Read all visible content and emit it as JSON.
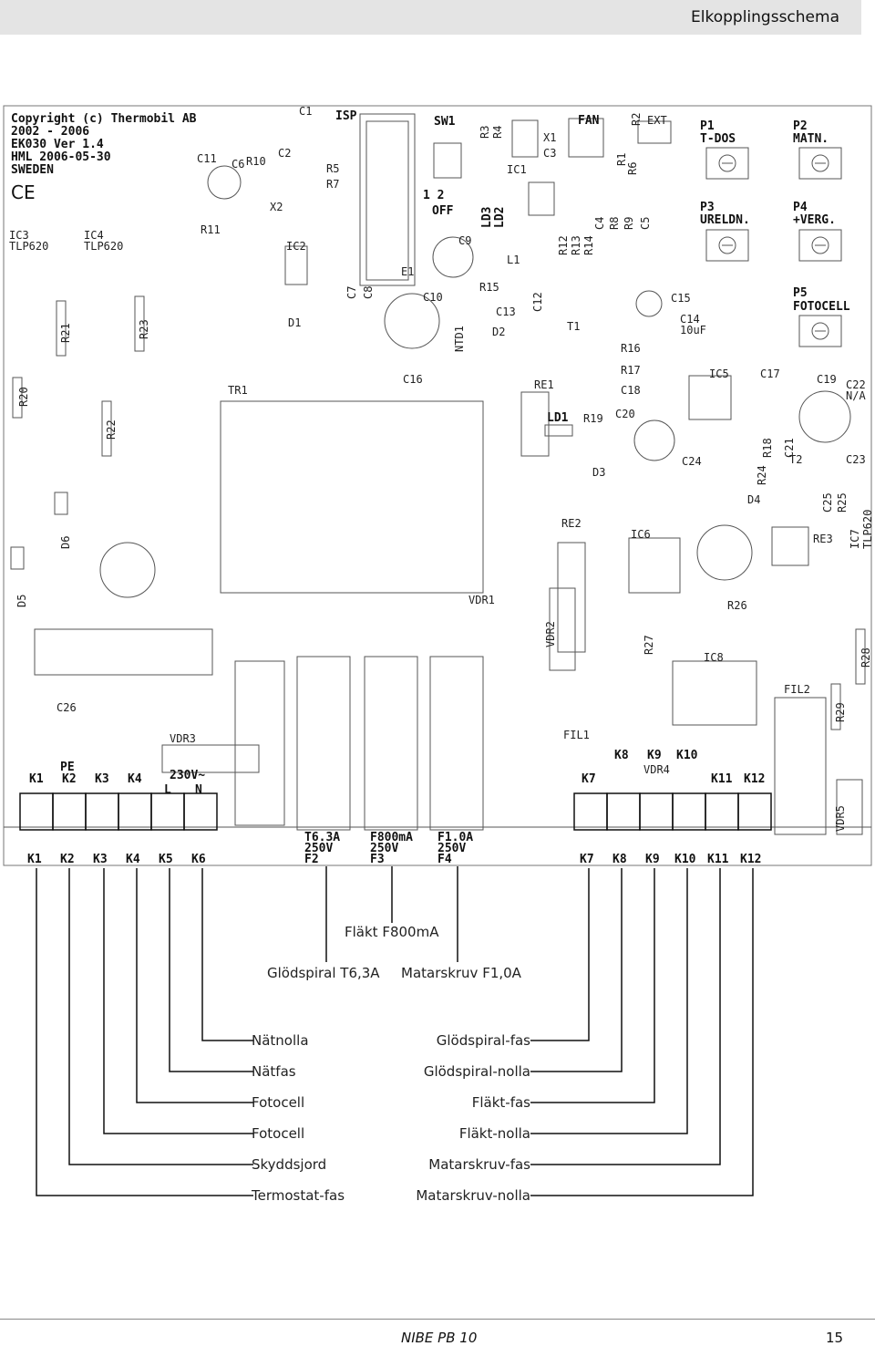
{
  "page_title": "Elkopplingsschema",
  "footer": {
    "doc": "NIBE PB 10",
    "page": "15"
  },
  "board": {
    "copyright": [
      "Copyright (c) Thermobil AB",
      "2002 - 2006",
      "EK030 Ver 1.4",
      "HML 2006-05-30",
      "SWEDEN"
    ],
    "ce_mark": "CE",
    "components": [
      {
        "text": "IC3"
      },
      {
        "text": "TLP620"
      },
      {
        "text": "IC4"
      },
      {
        "text": "TLP620"
      },
      {
        "text": "C11"
      },
      {
        "text": "C6"
      },
      {
        "text": "R10"
      },
      {
        "text": "R11"
      },
      {
        "text": "C2"
      },
      {
        "text": "C1"
      },
      {
        "text": "X2"
      },
      {
        "text": "IC2"
      },
      {
        "text": "R5"
      },
      {
        "text": "R7"
      },
      {
        "text": "ISP"
      },
      {
        "text": "D1"
      },
      {
        "text": "C7"
      },
      {
        "text": "C8"
      },
      {
        "text": "E1"
      },
      {
        "text": "SW1"
      },
      {
        "text": "1  2"
      },
      {
        "text": "OFF"
      },
      {
        "text": "R3"
      },
      {
        "text": "R4"
      },
      {
        "text": "LD3"
      },
      {
        "text": "LD2"
      },
      {
        "text": "C9"
      },
      {
        "text": "C10"
      },
      {
        "text": "NTD1"
      },
      {
        "text": "R15"
      },
      {
        "text": "C13"
      },
      {
        "text": "D2"
      },
      {
        "text": "C12"
      },
      {
        "text": "IC1"
      },
      {
        "text": "X1"
      },
      {
        "text": "C3"
      },
      {
        "text": "L1"
      },
      {
        "text": "R12"
      },
      {
        "text": "R13"
      },
      {
        "text": "R14"
      },
      {
        "text": "T1"
      },
      {
        "text": "FAN"
      },
      {
        "text": "R2"
      },
      {
        "text": "R1"
      },
      {
        "text": "R6"
      },
      {
        "text": "EXT"
      },
      {
        "text": "C4"
      },
      {
        "text": "R8"
      },
      {
        "text": "R9"
      },
      {
        "text": "C5"
      },
      {
        "text": "C15"
      },
      {
        "text": "C14"
      },
      {
        "text": "10uF"
      },
      {
        "text": "R16"
      },
      {
        "text": "R17"
      },
      {
        "text": "C18"
      },
      {
        "text": "C20"
      },
      {
        "text": "IC5"
      },
      {
        "text": "C17"
      },
      {
        "text": "C19"
      },
      {
        "text": "C22"
      },
      {
        "text": "N/A"
      },
      {
        "text": "R18"
      },
      {
        "text": "C21"
      },
      {
        "text": "T2"
      },
      {
        "text": "C23"
      },
      {
        "text": "C24"
      },
      {
        "text": "R24"
      },
      {
        "text": "D4"
      },
      {
        "text": "C25"
      },
      {
        "text": "R25"
      },
      {
        "text": "IC7"
      },
      {
        "text": "TLP620"
      },
      {
        "text": "RE3"
      },
      {
        "text": "R20"
      },
      {
        "text": "R21"
      },
      {
        "text": "R22"
      },
      {
        "text": "R23"
      },
      {
        "text": "TR1"
      },
      {
        "text": "C16"
      },
      {
        "text": "RE1"
      },
      {
        "text": "LD1"
      },
      {
        "text": "R19"
      },
      {
        "text": "D3"
      },
      {
        "text": "RE2"
      },
      {
        "text": "IC6"
      },
      {
        "text": "D6"
      },
      {
        "text": "D5"
      },
      {
        "text": "VDR1"
      },
      {
        "text": "VDR2"
      },
      {
        "text": "R27"
      },
      {
        "text": "R26"
      },
      {
        "text": "IC8"
      },
      {
        "text": "R28"
      },
      {
        "text": "C26"
      },
      {
        "text": "FIL2"
      },
      {
        "text": "R29"
      },
      {
        "text": "VDR3"
      },
      {
        "text": "FIL1"
      },
      {
        "text": "VDR4"
      },
      {
        "text": "VDR5"
      },
      {
        "text": "PE"
      },
      {
        "text": "230V~"
      },
      {
        "text": "L"
      },
      {
        "text": "N"
      }
    ],
    "pots": [
      {
        "name": "P1",
        "label": "T-DOS"
      },
      {
        "name": "P2",
        "label": "MATN."
      },
      {
        "name": "P3",
        "label": "URELDN."
      },
      {
        "name": "P4",
        "label": "+VERG."
      },
      {
        "name": "P5",
        "label": "FOTOCELL"
      }
    ],
    "left_terminals_top": [
      "K1",
      "K2",
      "K3",
      "K4"
    ],
    "right_terminals_top": [
      "K7",
      "K8",
      "K9",
      "K10",
      "K11",
      "K12"
    ],
    "left_terminals": [
      "K1",
      "K2",
      "K3",
      "K4",
      "K5",
      "K6"
    ],
    "right_terminals": [
      "K7",
      "K8",
      "K9",
      "K10",
      "K11",
      "K12"
    ],
    "fuses": [
      {
        "rating": "T6.3A",
        "voltage": "250V",
        "name": "F2"
      },
      {
        "rating": "F800mA",
        "voltage": "250V",
        "name": "F3"
      },
      {
        "rating": "F1.0A",
        "voltage": "250V",
        "name": "F4"
      }
    ]
  },
  "fuse_labels": {
    "f3": "Fläkt F800mA",
    "f2": "Glödspiral T6,3A",
    "f4": "Matarskruv F1,0A"
  },
  "left_labels": [
    "Nätnolla",
    "Nätfas",
    "Fotocell",
    "Fotocell",
    "Skyddsjord",
    "Termostat-fas"
  ],
  "right_labels": [
    "Glödspiral-fas",
    "Glödspiral-nolla",
    "Fläkt-fas",
    "Fläkt-nolla",
    "Matarskruv-fas",
    "Matarskruv-nolla"
  ]
}
